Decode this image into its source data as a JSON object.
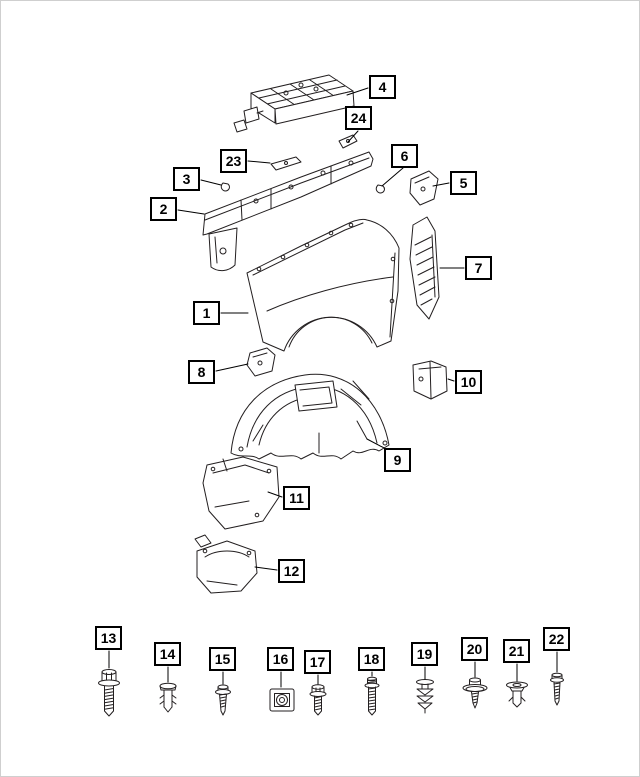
{
  "page": {
    "background": "#ffffff",
    "border_color": "#cfcfcf"
  },
  "diagram": {
    "line_color": "#231f20",
    "callout_border": "#000000",
    "callout_background": "#ffffff",
    "callout_text": "#000000",
    "callouts": [
      {
        "label": "1"
      },
      {
        "label": "2"
      },
      {
        "label": "3"
      },
      {
        "label": "4"
      },
      {
        "label": "5"
      },
      {
        "label": "6"
      },
      {
        "label": "7"
      },
      {
        "label": "8"
      },
      {
        "label": "9"
      },
      {
        "label": "10"
      },
      {
        "label": "11"
      },
      {
        "label": "12"
      },
      {
        "label": "13",
        "icon": "hex-flange-bolt-icon"
      },
      {
        "label": "14",
        "icon": "push-pin-clip-icon"
      },
      {
        "label": "15",
        "icon": "washer-head-screw-icon"
      },
      {
        "label": "16",
        "icon": "square-retainer-nut-icon"
      },
      {
        "label": "17",
        "icon": "hex-head-screw-icon"
      },
      {
        "label": "18",
        "icon": "double-end-stud-icon"
      },
      {
        "label": "19",
        "icon": "expansion-clip-icon"
      },
      {
        "label": "20",
        "icon": "conical-washer-screw-icon"
      },
      {
        "label": "21",
        "icon": "push-pin-rivet-icon"
      },
      {
        "label": "22",
        "icon": "tapping-screw-icon"
      },
      {
        "label": "23"
      },
      {
        "label": "24"
      }
    ]
  }
}
